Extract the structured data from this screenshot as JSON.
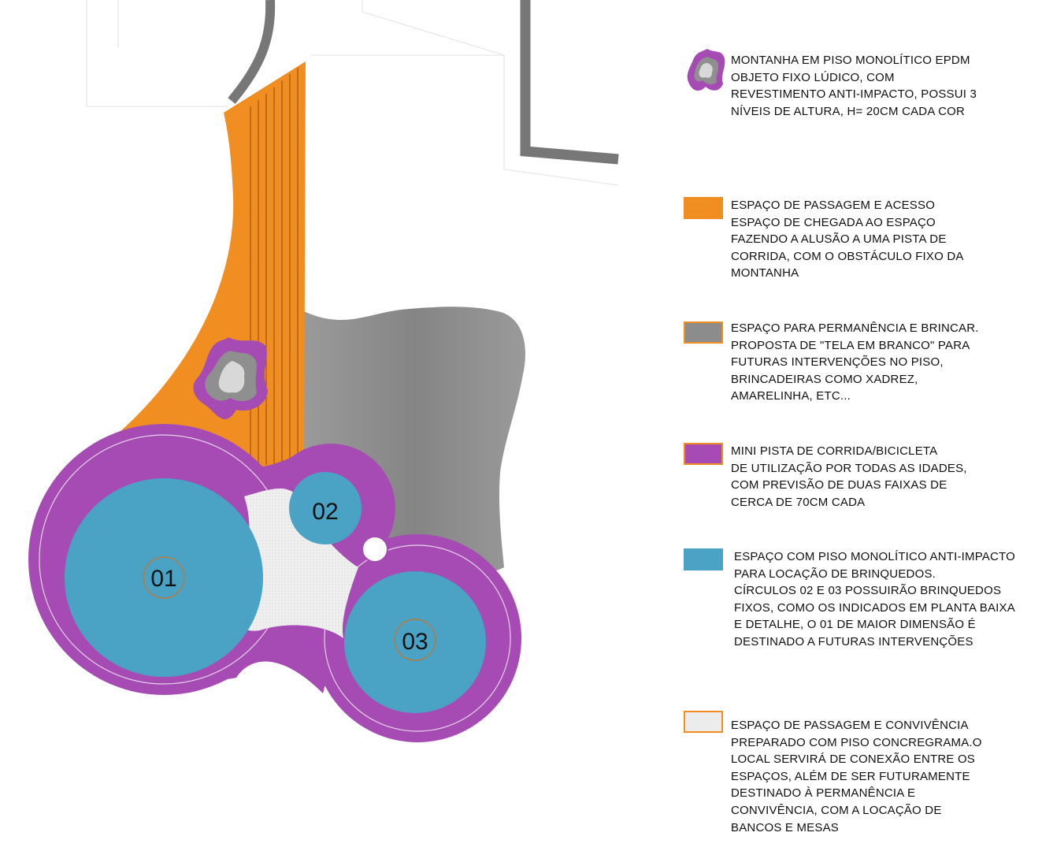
{
  "colors": {
    "orange": "#f08e22",
    "gray": "#8c8c8c",
    "purple": "#a64bb4",
    "blue": "#4aa3c5",
    "light": "#ececec",
    "wall": "#777777"
  },
  "circles": [
    {
      "label": "01"
    },
    {
      "label": "02"
    },
    {
      "label": "03"
    }
  ],
  "legend": [
    {
      "swatch": "mountain-icon",
      "lines": [
        "MONTANHA EM PISO MONOLÍTICO EPDM",
        "OBJETO FIXO LÚDICO, COM",
        "REVESTIMENTO ANTI-IMPACTO, POSSUI 3",
        "NÍVEIS DE ALTURA, H= 20CM CADA COR"
      ]
    },
    {
      "swatch": "orange",
      "lines": [
        "ESPAÇO DE PASSAGEM E ACESSO",
        "ESPAÇO DE CHEGADA AO ESPAÇO",
        "FAZENDO A ALUSÃO A UMA PISTA DE",
        "CORRIDA, COM O OBSTÁCULO FIXO DA",
        "MONTANHA"
      ]
    },
    {
      "swatch": "gray",
      "lines": [
        "ESPAÇO PARA PERMANÊNCIA E BRINCAR.",
        "PROPOSTA DE \"TELA EM BRANCO\" PARA",
        "FUTURAS INTERVENÇÕES NO PISO,",
        "BRINCADEIRAS COMO XADREZ,",
        "AMARELINHA, ETC..."
      ]
    },
    {
      "swatch": "purple",
      "lines": [
        "MINI PISTA DE CORRIDA/BICICLETA",
        "DE UTILIZAÇÃO POR TODAS AS IDADES,",
        "COM PREVISÃO DE DUAS FAIXAS DE",
        "CERCA DE 70CM CADA"
      ]
    },
    {
      "swatch": "blue",
      "lines": [
        "ESPAÇO COM PISO MONOLÍTICO ANTI-IMPACTO",
        "PARA LOCAÇÃO DE BRINQUEDOS.",
        "CÍRCULOS 02 E 03 POSSUIRÃO BRINQUEDOS",
        "FIXOS, COMO OS INDICADOS EM PLANTA BAIXA",
        "E DETALHE, O 01 DE MAIOR DIMENSÃO É",
        "DESTINADO A FUTURAS INTERVENÇÕES"
      ]
    },
    {
      "swatch": "light",
      "lines": [
        "ESPAÇO DE PASSAGEM E CONVIVÊNCIA",
        "PREPARADO COM PISO CONCREGRAMA.O",
        "LOCAL SERVIRÁ DE CONEXÃO ENTRE OS",
        "ESPAÇOS, ALÉM DE SER FUTURAMENTE",
        "DESTINADO À PERMANÊNCIA E",
        "CONVIVÊNCIA, COM A LOCAÇÃO DE",
        "BANCOS E MESAS"
      ]
    }
  ]
}
